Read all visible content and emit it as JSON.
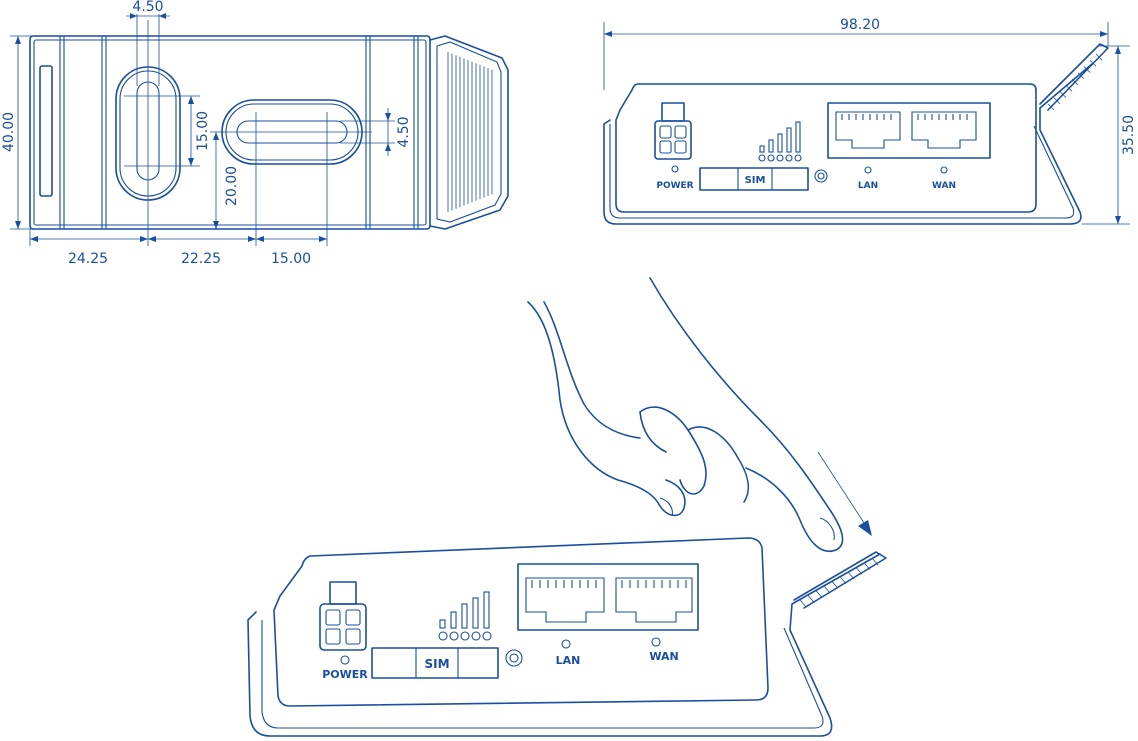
{
  "top_view": {
    "dims": {
      "slot_width_top": "4.50",
      "height_total": "40.00",
      "slot_height": "15.00",
      "slot_offset": "20.00",
      "slot_width_right": "4.50",
      "edge_to_slot": "24.25",
      "slot_to_slot": "22.25",
      "slot_length": "15.00"
    }
  },
  "front_view": {
    "dims": {
      "length": "98.20",
      "height": "35.50"
    },
    "labels": {
      "power": "POWER",
      "sim": "SIM",
      "lan": "LAN",
      "wan": "WAN"
    }
  },
  "iso_view": {
    "labels": {
      "power": "POWER",
      "sim": "SIM",
      "lan": "LAN",
      "wan": "WAN"
    }
  },
  "colors": {
    "line": "#1a4fa0",
    "background": "#ffffff"
  }
}
